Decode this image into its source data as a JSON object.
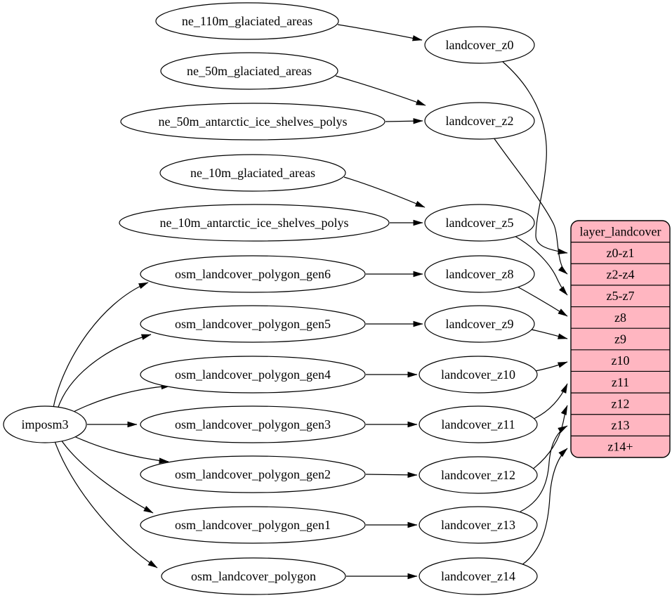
{
  "diagram": {
    "background_color": "#ffffff",
    "node_fill_color": "#ffffff",
    "table_fill_color": "#ffb6c1",
    "edge_color": "#000000",
    "nodes": [
      {
        "id": "ne_110m_glaciated_areas",
        "label": "ne_110m_glaciated_areas"
      },
      {
        "id": "ne_50m_glaciated_areas",
        "label": "ne_50m_glaciated_areas"
      },
      {
        "id": "ne_50m_antarctic_ice_shelves_polys",
        "label": "ne_50m_antarctic_ice_shelves_polys"
      },
      {
        "id": "ne_10m_glaciated_areas",
        "label": "ne_10m_glaciated_areas"
      },
      {
        "id": "ne_10m_antarctic_ice_shelves_polys",
        "label": "ne_10m_antarctic_ice_shelves_polys"
      },
      {
        "id": "osm_landcover_polygon_gen6",
        "label": "osm_landcover_polygon_gen6"
      },
      {
        "id": "osm_landcover_polygon_gen5",
        "label": "osm_landcover_polygon_gen5"
      },
      {
        "id": "osm_landcover_polygon_gen4",
        "label": "osm_landcover_polygon_gen4"
      },
      {
        "id": "osm_landcover_polygon_gen3",
        "label": "osm_landcover_polygon_gen3"
      },
      {
        "id": "osm_landcover_polygon_gen2",
        "label": "osm_landcover_polygon_gen2"
      },
      {
        "id": "osm_landcover_polygon_gen1",
        "label": "osm_landcover_polygon_gen1"
      },
      {
        "id": "osm_landcover_polygon",
        "label": "osm_landcover_polygon"
      },
      {
        "id": "imposm3",
        "label": "imposm3"
      },
      {
        "id": "landcover_z0",
        "label": "landcover_z0"
      },
      {
        "id": "landcover_z2",
        "label": "landcover_z2"
      },
      {
        "id": "landcover_z5",
        "label": "landcover_z5"
      },
      {
        "id": "landcover_z8",
        "label": "landcover_z8"
      },
      {
        "id": "landcover_z9",
        "label": "landcover_z9"
      },
      {
        "id": "landcover_z10",
        "label": "landcover_z10"
      },
      {
        "id": "landcover_z11",
        "label": "landcover_z11"
      },
      {
        "id": "landcover_z12",
        "label": "landcover_z12"
      },
      {
        "id": "landcover_z13",
        "label": "landcover_z13"
      },
      {
        "id": "landcover_z14",
        "label": "landcover_z14"
      }
    ],
    "table": {
      "id": "layer_landcover",
      "title": "layer_landcover",
      "rows": [
        "z0-z1",
        "z2-z4",
        "z5-z7",
        "z8",
        "z9",
        "z10",
        "z11",
        "z12",
        "z13",
        "z14+"
      ]
    },
    "edges": [
      {
        "from": "ne_110m_glaciated_areas",
        "to": "landcover_z0"
      },
      {
        "from": "ne_50m_glaciated_areas",
        "to": "landcover_z2"
      },
      {
        "from": "ne_50m_antarctic_ice_shelves_polys",
        "to": "landcover_z2"
      },
      {
        "from": "ne_10m_glaciated_areas",
        "to": "landcover_z5"
      },
      {
        "from": "ne_10m_antarctic_ice_shelves_polys",
        "to": "landcover_z5"
      },
      {
        "from": "osm_landcover_polygon_gen6",
        "to": "landcover_z8"
      },
      {
        "from": "osm_landcover_polygon_gen5",
        "to": "landcover_z9"
      },
      {
        "from": "osm_landcover_polygon_gen4",
        "to": "landcover_z10"
      },
      {
        "from": "osm_landcover_polygon_gen3",
        "to": "landcover_z11"
      },
      {
        "from": "osm_landcover_polygon_gen2",
        "to": "landcover_z12"
      },
      {
        "from": "osm_landcover_polygon_gen1",
        "to": "landcover_z13"
      },
      {
        "from": "osm_landcover_polygon",
        "to": "landcover_z14"
      },
      {
        "from": "imposm3",
        "to": "osm_landcover_polygon_gen6"
      },
      {
        "from": "imposm3",
        "to": "osm_landcover_polygon_gen5"
      },
      {
        "from": "imposm3",
        "to": "osm_landcover_polygon_gen4"
      },
      {
        "from": "imposm3",
        "to": "osm_landcover_polygon_gen3"
      },
      {
        "from": "imposm3",
        "to": "osm_landcover_polygon_gen2"
      },
      {
        "from": "imposm3",
        "to": "osm_landcover_polygon_gen1"
      },
      {
        "from": "imposm3",
        "to": "osm_landcover_polygon"
      },
      {
        "from": "landcover_z0",
        "to": "layer_landcover.z0-z1"
      },
      {
        "from": "landcover_z2",
        "to": "layer_landcover.z2-z4"
      },
      {
        "from": "landcover_z5",
        "to": "layer_landcover.z5-z7"
      },
      {
        "from": "landcover_z8",
        "to": "layer_landcover.z8"
      },
      {
        "from": "landcover_z9",
        "to": "layer_landcover.z9"
      },
      {
        "from": "landcover_z10",
        "to": "layer_landcover.z10"
      },
      {
        "from": "landcover_z11",
        "to": "layer_landcover.z11"
      },
      {
        "from": "landcover_z12",
        "to": "layer_landcover.z12"
      },
      {
        "from": "landcover_z13",
        "to": "layer_landcover.z13"
      },
      {
        "from": "landcover_z14",
        "to": "layer_landcover.z14+"
      }
    ]
  }
}
